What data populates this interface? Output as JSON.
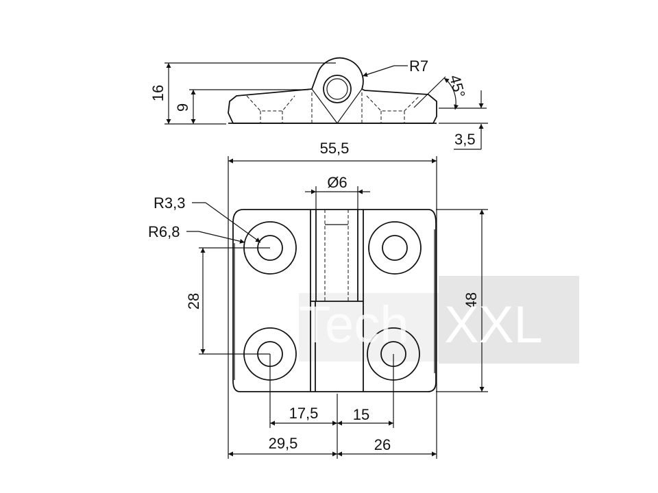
{
  "watermark": {
    "text_left": "Tech",
    "text_right": "XXL",
    "panel_color": "#e6e6e6"
  },
  "dimensions": {
    "side_height_total": "16",
    "side_height_leaf": "9",
    "knuckle_radius": "R7",
    "countersink_angle": "45°",
    "leaf_thickness": "3,5",
    "overall_width": "55,5",
    "pin_diameter": "Ø6",
    "hole_radius": "R3,3",
    "boss_radius": "R6,8",
    "hole_pitch": "28",
    "overall_height": "48",
    "left_hole_offset": "17,5",
    "right_hole_offset": "15",
    "left_leaf_width": "29,5",
    "right_leaf_width": "26"
  }
}
